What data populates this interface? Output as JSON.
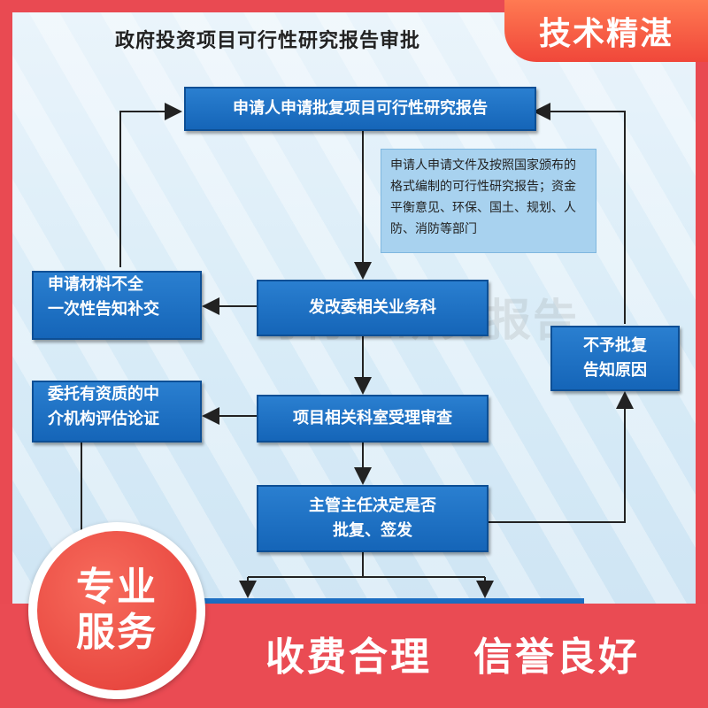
{
  "title": "政府投资项目可行性研究报告审批",
  "boxes": {
    "apply": "申请人申请批复项目可行性研究报告",
    "dept": "发改委相关业务科",
    "review": "项目相关科室受理审查",
    "decide_line1": "主管主任决定是否",
    "decide_line2": "批复、签发",
    "supplement_line1": "申请材料不全",
    "supplement_line2": "一次性告知补交",
    "agency_line1": "委托有资质的中",
    "agency_line2": "介机构评估论证",
    "reject_line1": "不予批复",
    "reject_line2": "告知原因"
  },
  "note": "申请人申请文件及按照国家颁布的格式编制的可行性研究报告；资金平衡意见、环保、国土、规划、人防、消防等部门",
  "watermark": "可行性研究报告",
  "badge_top": "技术精湛",
  "badge_circle_line1": "专业",
  "badge_circle_line2": "服务",
  "slogan": "收费合理　信誉良好",
  "colors": {
    "box": "#1a6bbf",
    "note": "#a8d2ef",
    "accent": "#ea4b53",
    "arrow": "#222222"
  }
}
